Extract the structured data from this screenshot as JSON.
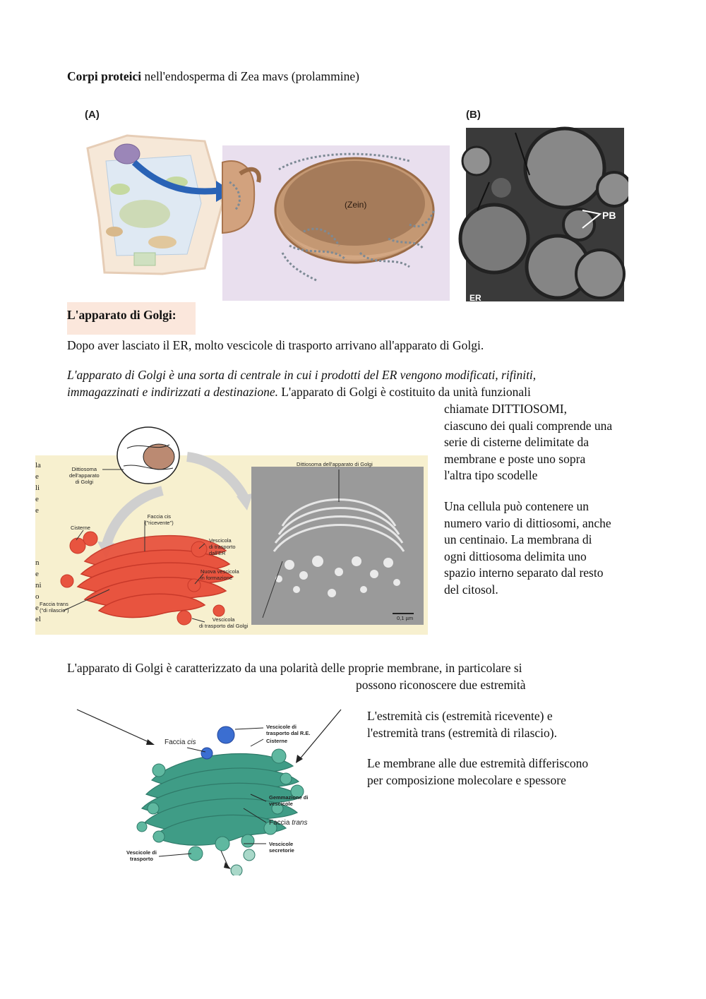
{
  "title": {
    "bold": "Corpi proteici",
    "rest": " nell'endosperma di Zea mavs (prolammine)"
  },
  "figure1": {
    "label_a": "(A)",
    "label_b": "(B)",
    "zein_label": "(Zein)",
    "pb_label": "PB",
    "er_label": "ER"
  },
  "heading": "L'apparato di Golgi:",
  "para1": "Dopo aver lasciato il ER, molto vescicole di trasporto arrivano all'apparato di Golgi.",
  "para2": {
    "italic_line1": "L'apparato di Golgi è una sorta di centrale in cui i prodotti del ER vengono modificati, rifiniti,",
    "italic_line2": "immagazzinati e indirizzati a destinazione.",
    "rest_line2": "  L'apparato di Golgi è costituito da unità funzionali"
  },
  "side_text1": [
    "chiamate DITTIOSOMI,",
    "ciascuno dei quali comprende una",
    "serie di cisterne delimitate da",
    "membrane e poste uno sopra",
    "l'altra tipo scodelle"
  ],
  "side_text2": [
    "Una cellula può contenere un",
    "numero vario di dittiosomi, anche",
    "un centinaio. La membrana di",
    "ogni dittiosoma delimita uno",
    "spazio interno separato dal resto",
    "del citosol."
  ],
  "figure2": {
    "left_edge_letters": [
      "la",
      "e",
      "li",
      "e",
      "e",
      "n",
      "e",
      "ni",
      "o",
      "e",
      "el"
    ],
    "dittiosoma_lines": [
      "Dittiosoma",
      "dell'apparato",
      "di Golgi"
    ],
    "em_title": "Dittiosoma dell'apparato di Golgi",
    "cis_lines": [
      "Faccia cis",
      "(\"ricevente\")"
    ],
    "cisterne": "Cisterne",
    "vesc_er_lines": [
      "Vescicola",
      "di trasporto",
      "dall'ER"
    ],
    "nuova_lines": [
      "Nuova vescicola",
      "in formazione"
    ],
    "trans_lines": [
      "Faccia trans",
      "(\"di rilascio\")"
    ],
    "vesc_golgi_lines": [
      "Vescicola",
      "di trasporto dal Golgi"
    ],
    "scale": "0,1 µm"
  },
  "para3_line1": "L'apparato di Golgi è caratterizzato da una polarità delle proprie membrane, in particolare si",
  "para3_line2": "possono riconoscere due estremità",
  "right_text1": [
    "L'estremità cis (estremità ricevente) e",
    "l'estremità trans (estremità di rilascio)."
  ],
  "right_text2": [
    "Le membrane alle due estremità differiscono",
    "per composizione molecolare e spessore"
  ],
  "figure3": {
    "faccia_cis_a": "Faccia ",
    "faccia_cis_b": "cis",
    "vescicole_re_lines": [
      "Vescicole di",
      "trasporto dal R.E."
    ],
    "cisterne": "Cisterne",
    "gemmazione_lines": [
      "Gemmazione di",
      "vescicole"
    ],
    "faccia_trans_a": "Faccia ",
    "faccia_trans_b": "trans",
    "secretorie_lines": [
      "Vescicole",
      "secretorie"
    ],
    "trasporto_lines": [
      "Vescicole di",
      "trasporto"
    ]
  },
  "colors": {
    "heading_bg": "#fbe7dc",
    "golgi_red": "#e8543f",
    "golgi_green": "#3f9c86",
    "figure_bg": "#f7f0cf"
  }
}
